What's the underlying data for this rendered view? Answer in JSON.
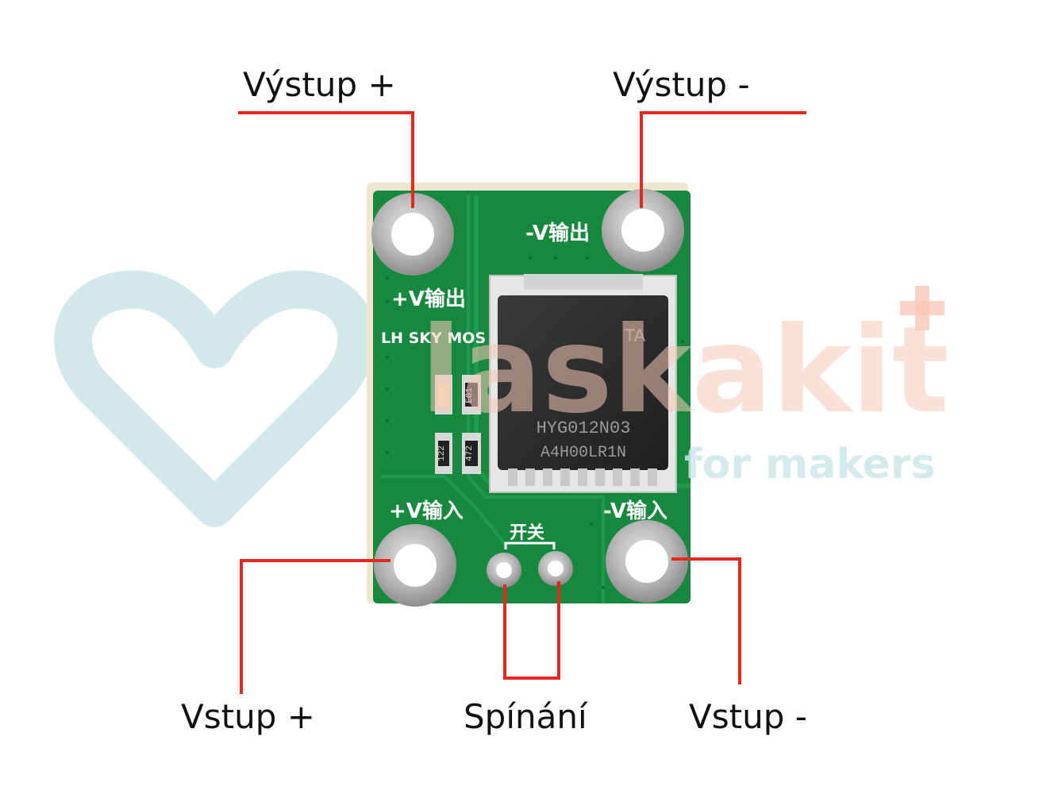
{
  "callouts": {
    "output_plus": "Výstup +",
    "output_minus": "Výstup -",
    "input_plus": "Vstup +",
    "switch": "Spínání",
    "input_minus": "Vstup -"
  },
  "board_silkscreen": {
    "output_minus": "-V输出",
    "output_plus": "+V输出",
    "brand": "LH SKY MOS",
    "input_plus": "+V输入",
    "input_minus": "-V输入",
    "switch": "开关"
  },
  "mosfet_marking": {
    "line1": "HYG012N03",
    "line2": "A4H00LR1N",
    "logo": "TA"
  },
  "component_codes": {
    "led": "E01",
    "resistor_1": "122",
    "resistor_2": "472"
  },
  "watermark": {
    "brand": "laskakit",
    "tagline": "for makers"
  },
  "colors": {
    "pcb_green": "#17893f",
    "pad_silver": "#b9b9b9",
    "leader_red": "#e8271e",
    "watermark_teal": "#cde6e9",
    "watermark_salmon": "#f6c8b8"
  }
}
